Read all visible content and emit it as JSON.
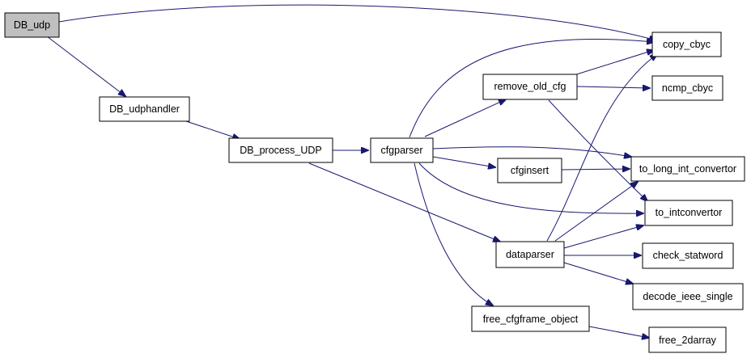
{
  "diagram": {
    "colors": {
      "edge": "#191970",
      "node_fill": "#ffffff",
      "root_fill": "#bfbfbf",
      "border": "#000000"
    },
    "nodes": {
      "db_udp": "DB_udp",
      "db_udphandler": "DB_udphandler",
      "db_process_udp": "DB_process_UDP",
      "cfgparser": "cfgparser",
      "remove_old_cfg": "remove_old_cfg",
      "cfginsert": "cfginsert",
      "dataparser": "dataparser",
      "free_cfgframe_object": "free_cfgframe_object",
      "copy_cbyc": "copy_cbyc",
      "ncmp_cbyc": "ncmp_cbyc",
      "to_long_int_convertor": "to_long_int_convertor",
      "to_intconvertor": "to_intconvertor",
      "check_statword": "check_statword",
      "decode_ieee_single": "decode_ieee_single",
      "free_2darray": "free_2darray"
    },
    "edges": [
      {
        "from": "DB_udp",
        "to": "copy_cbyc"
      },
      {
        "from": "DB_udp",
        "to": "DB_udphandler"
      },
      {
        "from": "DB_udphandler",
        "to": "DB_process_UDP"
      },
      {
        "from": "DB_process_UDP",
        "to": "cfgparser"
      },
      {
        "from": "DB_process_UDP",
        "to": "dataparser"
      },
      {
        "from": "cfgparser",
        "to": "copy_cbyc"
      },
      {
        "from": "cfgparser",
        "to": "remove_old_cfg"
      },
      {
        "from": "cfgparser",
        "to": "to_long_int_convertor"
      },
      {
        "from": "cfgparser",
        "to": "cfginsert"
      },
      {
        "from": "cfgparser",
        "to": "to_intconvertor"
      },
      {
        "from": "cfgparser",
        "to": "free_cfgframe_object"
      },
      {
        "from": "remove_old_cfg",
        "to": "copy_cbyc"
      },
      {
        "from": "remove_old_cfg",
        "to": "ncmp_cbyc"
      },
      {
        "from": "remove_old_cfg",
        "to": "to_intconvertor"
      },
      {
        "from": "cfginsert",
        "to": "to_long_int_convertor"
      },
      {
        "from": "dataparser",
        "to": "copy_cbyc"
      },
      {
        "from": "dataparser",
        "to": "to_long_int_convertor"
      },
      {
        "from": "dataparser",
        "to": "to_intconvertor"
      },
      {
        "from": "dataparser",
        "to": "check_statword"
      },
      {
        "from": "dataparser",
        "to": "decode_ieee_single"
      },
      {
        "from": "free_cfgframe_object",
        "to": "free_2darray"
      }
    ]
  }
}
